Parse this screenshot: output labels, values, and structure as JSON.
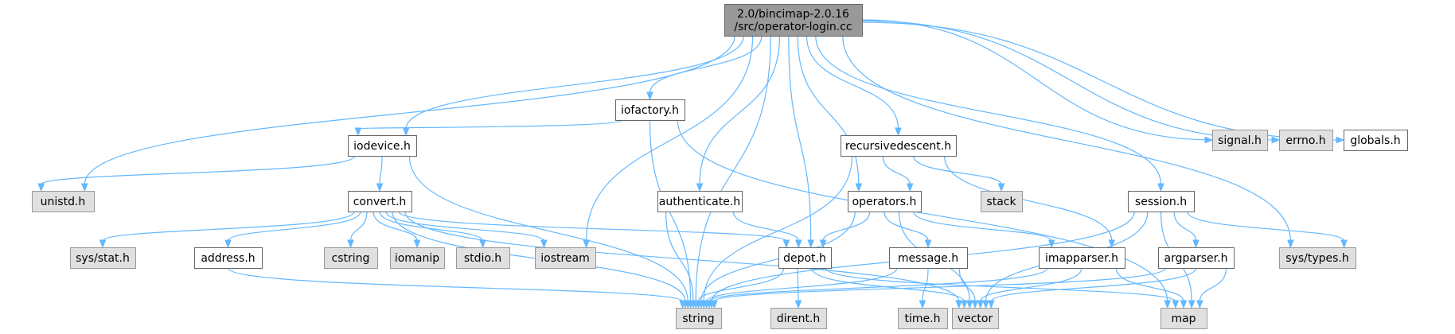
{
  "colors": {
    "root_fill": "#999999",
    "root_stroke": "#666666",
    "doc_fill": "#ffffff",
    "doc_stroke": "#666666",
    "sys_fill": "#e0e0e0",
    "sys_stroke": "#999999",
    "edge": "#63b8ff"
  },
  "nodes": [
    {
      "id": "root",
      "kind": "root",
      "lines": [
        "2.0/bincimap-2.0.16",
        "/src/operator-login.cc"
      ]
    },
    {
      "id": "iofactory",
      "kind": "doc",
      "lines": [
        "iofactory.h"
      ]
    },
    {
      "id": "signal",
      "kind": "sys",
      "lines": [
        "signal.h"
      ]
    },
    {
      "id": "errno",
      "kind": "sys",
      "lines": [
        "errno.h"
      ]
    },
    {
      "id": "globals",
      "kind": "doc",
      "lines": [
        "globals.h"
      ]
    },
    {
      "id": "iodevice",
      "kind": "doc",
      "lines": [
        "iodevice.h"
      ]
    },
    {
      "id": "recursivedescent",
      "kind": "doc",
      "lines": [
        "recursivedescent.h"
      ]
    },
    {
      "id": "unistd",
      "kind": "sys",
      "lines": [
        "unistd.h"
      ]
    },
    {
      "id": "convert",
      "kind": "doc",
      "lines": [
        "convert.h"
      ]
    },
    {
      "id": "authenticate",
      "kind": "doc",
      "lines": [
        "authenticate.h"
      ]
    },
    {
      "id": "operators",
      "kind": "doc",
      "lines": [
        "operators.h"
      ]
    },
    {
      "id": "stack",
      "kind": "sys",
      "lines": [
        "stack"
      ]
    },
    {
      "id": "session",
      "kind": "doc",
      "lines": [
        "session.h"
      ]
    },
    {
      "id": "sysstat",
      "kind": "sys",
      "lines": [
        "sys/stat.h"
      ]
    },
    {
      "id": "address",
      "kind": "doc",
      "lines": [
        "address.h"
      ]
    },
    {
      "id": "cstring",
      "kind": "sys",
      "lines": [
        "cstring"
      ]
    },
    {
      "id": "iomanip",
      "kind": "sys",
      "lines": [
        "iomanip"
      ]
    },
    {
      "id": "stdio",
      "kind": "sys",
      "lines": [
        "stdio.h"
      ]
    },
    {
      "id": "iostream",
      "kind": "sys",
      "lines": [
        "iostream"
      ]
    },
    {
      "id": "depot",
      "kind": "doc",
      "lines": [
        "depot.h"
      ]
    },
    {
      "id": "message",
      "kind": "doc",
      "lines": [
        "message.h"
      ]
    },
    {
      "id": "imapparser",
      "kind": "doc",
      "lines": [
        "imapparser.h"
      ]
    },
    {
      "id": "argparser",
      "kind": "doc",
      "lines": [
        "argparser.h"
      ]
    },
    {
      "id": "systypes",
      "kind": "sys",
      "lines": [
        "sys/types.h"
      ]
    },
    {
      "id": "string",
      "kind": "sys",
      "lines": [
        "string"
      ]
    },
    {
      "id": "dirent",
      "kind": "sys",
      "lines": [
        "dirent.h"
      ]
    },
    {
      "id": "timeh",
      "kind": "sys",
      "lines": [
        "time.h"
      ]
    },
    {
      "id": "vector",
      "kind": "sys",
      "lines": [
        "vector"
      ]
    },
    {
      "id": "map",
      "kind": "sys",
      "lines": [
        "map"
      ]
    }
  ],
  "edges": [
    [
      "root",
      "iofactory"
    ],
    [
      "root",
      "signal"
    ],
    [
      "root",
      "errno"
    ],
    [
      "root",
      "globals"
    ],
    [
      "root",
      "iodevice"
    ],
    [
      "root",
      "recursivedescent"
    ],
    [
      "root",
      "unistd"
    ],
    [
      "root",
      "authenticate"
    ],
    [
      "root",
      "operators"
    ],
    [
      "root",
      "session"
    ],
    [
      "root",
      "iostream"
    ],
    [
      "root",
      "depot"
    ],
    [
      "root",
      "systypes"
    ],
    [
      "root",
      "string"
    ],
    [
      "iofactory",
      "iodevice"
    ],
    [
      "iofactory",
      "string"
    ],
    [
      "iofactory",
      "map"
    ],
    [
      "iodevice",
      "unistd"
    ],
    [
      "iodevice",
      "convert"
    ],
    [
      "iodevice",
      "string"
    ],
    [
      "recursivedescent",
      "operators"
    ],
    [
      "recursivedescent",
      "stack"
    ],
    [
      "recursivedescent",
      "imapparser"
    ],
    [
      "recursivedescent",
      "string"
    ],
    [
      "convert",
      "sysstat"
    ],
    [
      "convert",
      "address"
    ],
    [
      "convert",
      "cstring"
    ],
    [
      "convert",
      "iomanip"
    ],
    [
      "convert",
      "stdio"
    ],
    [
      "convert",
      "iostream"
    ],
    [
      "convert",
      "depot"
    ],
    [
      "convert",
      "string"
    ],
    [
      "convert",
      "vector"
    ],
    [
      "authenticate",
      "depot"
    ],
    [
      "authenticate",
      "string"
    ],
    [
      "operators",
      "depot"
    ],
    [
      "operators",
      "message"
    ],
    [
      "operators",
      "imapparser"
    ],
    [
      "operators",
      "string"
    ],
    [
      "operators",
      "vector"
    ],
    [
      "session",
      "argparser"
    ],
    [
      "session",
      "systypes"
    ],
    [
      "session",
      "string"
    ],
    [
      "session",
      "vector"
    ],
    [
      "session",
      "map"
    ],
    [
      "address",
      "string"
    ],
    [
      "depot",
      "string"
    ],
    [
      "depot",
      "dirent"
    ],
    [
      "depot",
      "vector"
    ],
    [
      "depot",
      "map"
    ],
    [
      "message",
      "string"
    ],
    [
      "message",
      "timeh"
    ],
    [
      "message",
      "vector"
    ],
    [
      "imapparser",
      "string"
    ],
    [
      "imapparser",
      "vector"
    ],
    [
      "imapparser",
      "map"
    ],
    [
      "argparser",
      "string"
    ],
    [
      "argparser",
      "vector"
    ],
    [
      "argparser",
      "map"
    ]
  ]
}
